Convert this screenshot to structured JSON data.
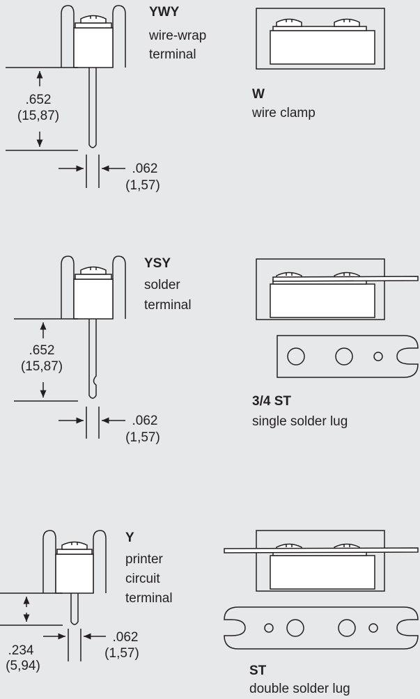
{
  "terminals": {
    "ywy": {
      "code": "YWY",
      "desc1": "wire-wrap",
      "desc2": "terminal",
      "length_in": ".652",
      "length_mm": "(15,87)",
      "dia_in": ".062",
      "dia_mm": "(1,57)"
    },
    "w": {
      "code": "W",
      "desc1": "wire clamp"
    },
    "ysy": {
      "code": "YSY",
      "desc1": "solder",
      "desc2": "terminal",
      "length_in": ".652",
      "length_mm": "(15,87)",
      "dia_in": ".062",
      "dia_mm": "(1,57)"
    },
    "st34": {
      "code": "3/4 ST",
      "desc1": "single solder lug"
    },
    "y": {
      "code": "Y",
      "desc1": "printer",
      "desc2": "circuit",
      "desc3": "terminal",
      "length_in": ".234",
      "length_mm": "(5,94)",
      "dia_in": ".062",
      "dia_mm": "(1,57)"
    },
    "st": {
      "code": "ST",
      "desc1": "double solder lug"
    }
  }
}
